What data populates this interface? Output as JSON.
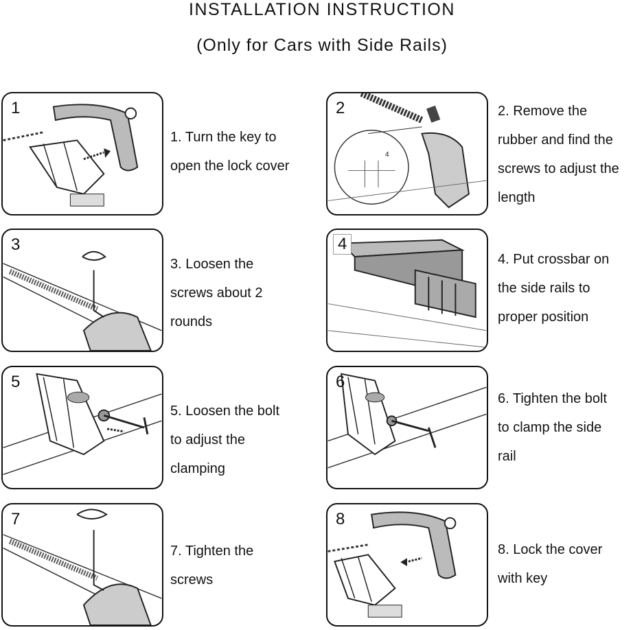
{
  "header": {
    "title": "INSTALLATION INSTRUCTION",
    "subtitle": "(Only for Cars with Side Rails)"
  },
  "steps": [
    {
      "number": "1",
      "lines": [
        "1. Turn the key to",
        "open the lock cover"
      ]
    },
    {
      "number": "2",
      "lines": [
        "2. Remove the",
        "rubber and find the",
        "screws to adjust the",
        "length"
      ]
    },
    {
      "number": "3",
      "lines": [
        "3. Loosen the",
        "screws about 2",
        "rounds"
      ]
    },
    {
      "number": "4",
      "lines": [
        "4. Put crossbar on",
        "the side rails to",
        "proper position"
      ]
    },
    {
      "number": "5",
      "lines": [
        "5. Loosen the bolt",
        "to adjust the",
        "clamping"
      ]
    },
    {
      "number": "6",
      "lines": [
        "6. Tighten the bolt",
        "to clamp the side",
        "rail"
      ]
    },
    {
      "number": "7",
      "lines": [
        "7. Tighten the",
        "screws"
      ]
    },
    {
      "number": "8",
      "lines": [
        "8. Lock the cover",
        "with key"
      ]
    }
  ],
  "callout_label": "4"
}
